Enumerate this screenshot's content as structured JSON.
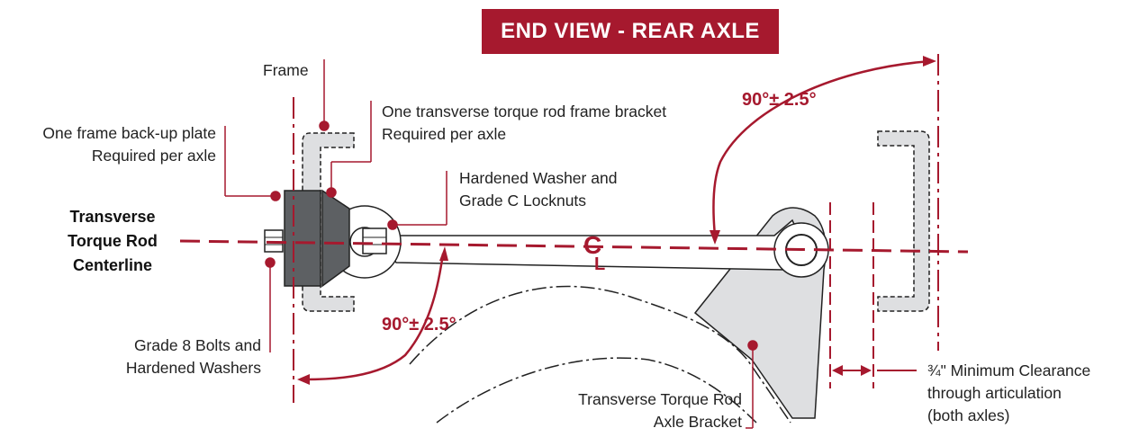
{
  "title": "END VIEW - REAR AXLE",
  "labels": {
    "frame": "Frame",
    "backup_plate": [
      "One frame back-up plate",
      "Required per axle"
    ],
    "frame_bracket": [
      "One transverse torque rod frame bracket",
      "Required per axle"
    ],
    "washer_locknuts": [
      "Hardened Washer and",
      "Grade C Locknuts"
    ],
    "centerline": [
      "Transverse",
      "Torque Rod",
      "Centerline"
    ],
    "bolts": [
      "Grade 8 Bolts and",
      "Hardened Washers"
    ],
    "axle_bracket": [
      "Transverse Torque Rod",
      "Axle Bracket"
    ],
    "clearance": [
      "¾\" Minimum Clearance",
      "through articulation",
      "(both axles)"
    ],
    "centerline_symbol": "CL"
  },
  "angles": {
    "upper": "90°± 2.5°",
    "lower": "90°± 2.5°"
  },
  "colors": {
    "accent": "#a6192e",
    "part_fill": "#dedfe1",
    "dark_part": "#5d6063",
    "line": "#222222"
  }
}
